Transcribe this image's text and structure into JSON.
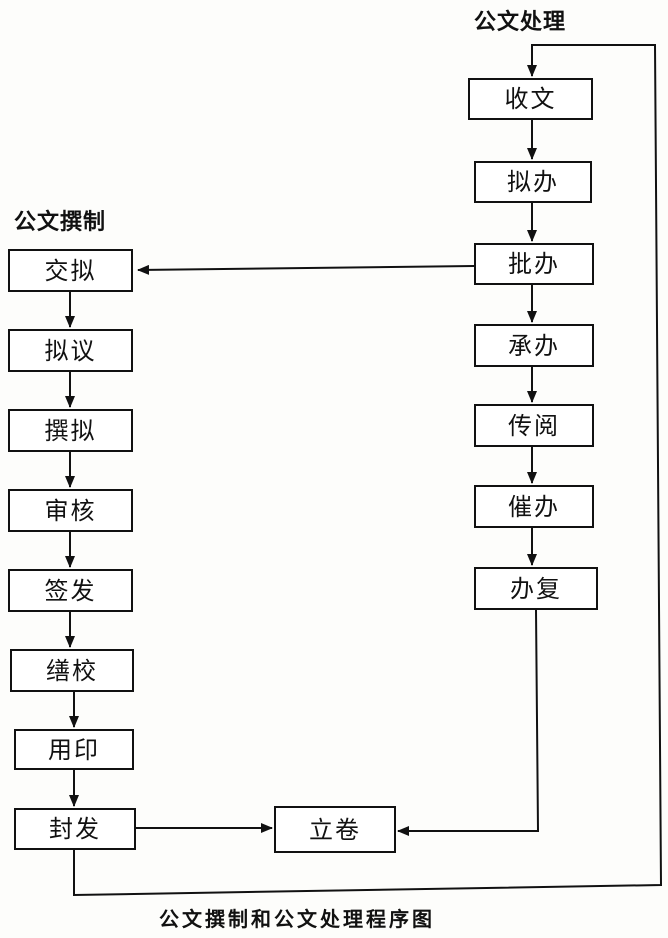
{
  "labels": {
    "processing_title": "公文处理",
    "drafting_title": "公文撰制",
    "caption": "公文撰制和公文处理程序图"
  },
  "processing": [
    "收文",
    "拟办",
    "批办",
    "承办",
    "传阅",
    "催办",
    "办复"
  ],
  "drafting": [
    "交拟",
    "拟议",
    "撰拟",
    "审核",
    "签发",
    "缮校",
    "用印",
    "封发"
  ],
  "archive": "立卷",
  "colors": {
    "ink": "#111111",
    "paper": "#fdfdfb"
  }
}
